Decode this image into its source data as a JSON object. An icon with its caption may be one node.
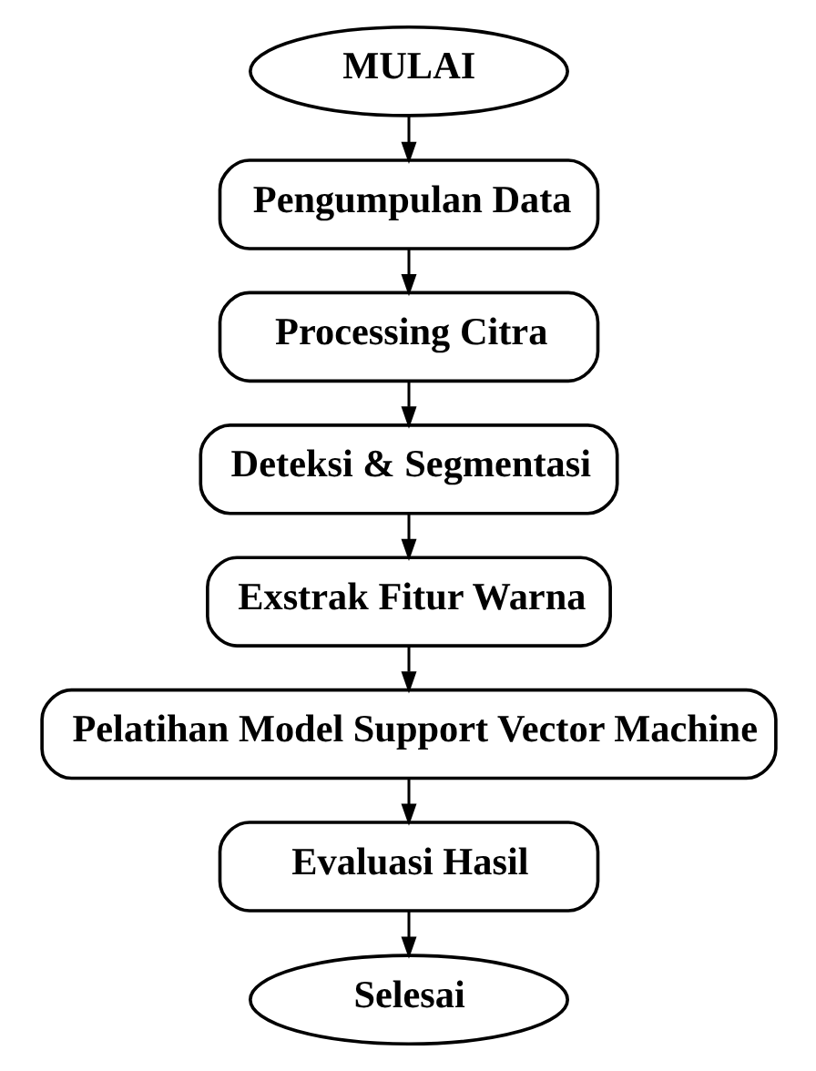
{
  "diagram": {
    "nodes": [
      {
        "text": [
          "MULAI"
        ]
      },
      {
        "text": [
          "Pengumpulan Data"
        ]
      },
      {
        "text": [
          "Processing Citra"
        ]
      },
      {
        "text": [
          "Deteksi & Segmentasi"
        ]
      },
      {
        "text": [
          "Exstrak Fitur Warna"
        ]
      },
      {
        "text": [
          "Pelatihan Model Support Vector Machine"
        ]
      },
      {
        "text": [
          "Evaluasi Hasil"
        ]
      },
      {
        "text": [
          "Selesai"
        ]
      }
    ],
    "edges": [
      {
        "from": 0,
        "to": 1,
        "arrow": "to"
      },
      {
        "from": 1,
        "to": 2,
        "arrow": "to"
      },
      {
        "from": 2,
        "to": 3,
        "arrow": "to"
      },
      {
        "from": 3,
        "to": 4,
        "arrow": "to"
      },
      {
        "from": 4,
        "to": 5,
        "arrow": "to"
      },
      {
        "from": 5,
        "to": 6,
        "arrow": "to"
      },
      {
        "from": 6,
        "to": 7,
        "arrow": "to"
      }
    ]
  }
}
